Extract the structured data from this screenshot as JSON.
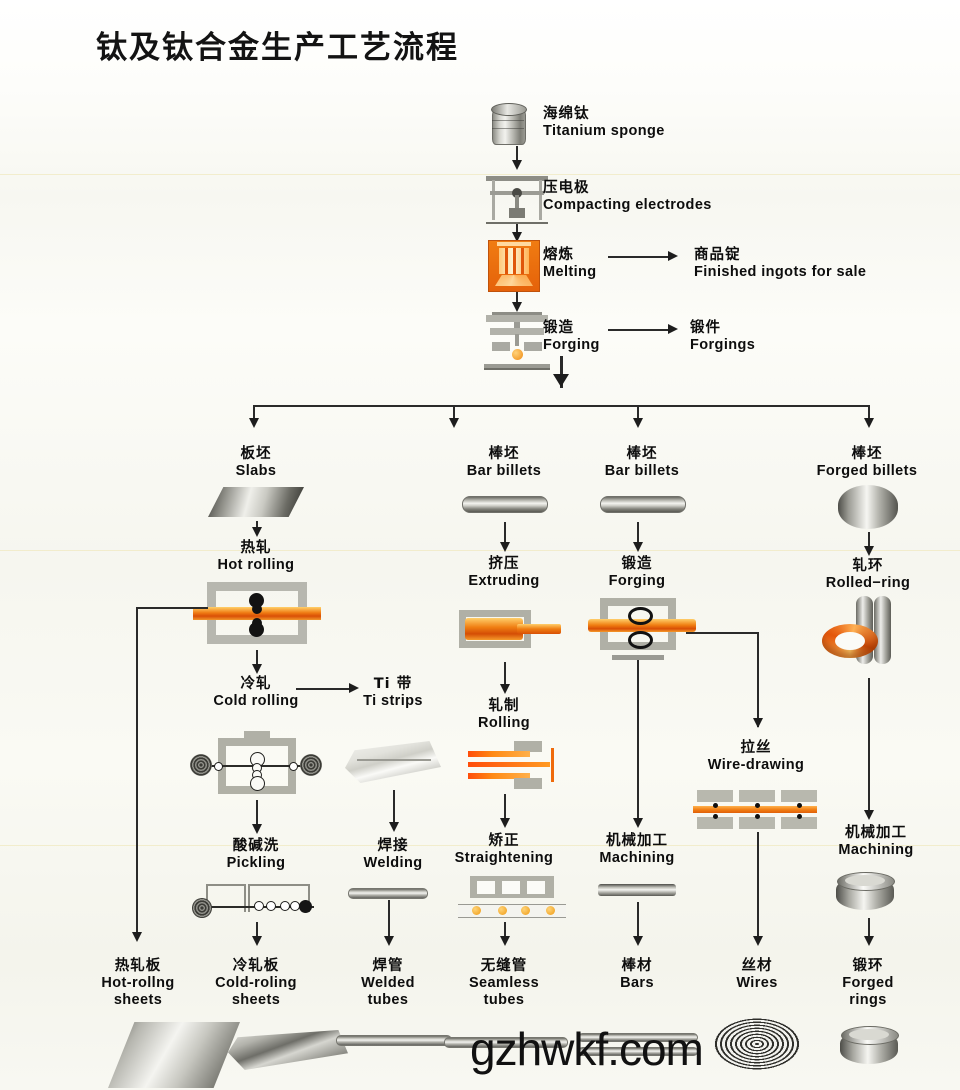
{
  "title": "钛及钛合金生产工艺流程",
  "watermark": "gzhwkf.com",
  "main_chain": [
    {
      "cn": "海绵钛",
      "en": "Titanium sponge",
      "icon": "titanium-sponge-icon"
    },
    {
      "cn": "压电极",
      "en": "Compacting  electrodes",
      "icon": "compacting-press-icon"
    },
    {
      "cn": "熔炼",
      "en": "Melting",
      "icon": "melting-furnace-icon"
    },
    {
      "cn": "锻造",
      "en": "Forging",
      "icon": "forging-press-icon"
    }
  ],
  "side_outputs": [
    {
      "cn": "商品锭",
      "en": "Finished  ingots  for  sale"
    },
    {
      "cn": "锻件",
      "en": "Forgings"
    }
  ],
  "branches": [
    {
      "cn": "板坯",
      "en": "Slabs",
      "icon": "slab-icon"
    },
    {
      "cn": "棒坯",
      "en": "Bar  billets",
      "icon": "bar-billet-icon"
    },
    {
      "cn": "棒坯",
      "en": "Bar  billets",
      "icon": "bar-billet-icon"
    },
    {
      "cn": "棒坯",
      "en": "Forged  billets",
      "icon": "forged-disc-billet-icon"
    }
  ],
  "processes": {
    "hot_rolling": {
      "cn": "热轧",
      "en": "Hot  rolling",
      "icon": "hot-rolling-mill-icon"
    },
    "cold_rolling": {
      "cn": "冷轧",
      "en": "Cold  rolling",
      "icon": "cold-rolling-mill-icon"
    },
    "ti_strips": {
      "cn": "Ti 带",
      "en": "Ti strips",
      "icon": "ti-strip-stack-icon"
    },
    "pickling": {
      "cn": "酸碱洗",
      "en": "Pickling",
      "icon": "pickling-line-icon"
    },
    "welding": {
      "cn": "焊接",
      "en": "Welding",
      "icon": "welded-tube-icon"
    },
    "extruding": {
      "cn": "挤压",
      "en": "Extruding",
      "icon": "extrusion-press-icon"
    },
    "rolling": {
      "cn": "轧制",
      "en": "Rolling",
      "icon": "tube-rolling-icon"
    },
    "straightening": {
      "cn": "矫正",
      "en": "Straightening",
      "icon": "straightening-line-icon"
    },
    "forging2": {
      "cn": "锻造",
      "en": "Forging",
      "icon": "bar-forging-icon"
    },
    "machining_bar": {
      "cn": "机械加工",
      "en": "Machining",
      "icon": "machined-bar-icon"
    },
    "wire_drawing": {
      "cn": "拉丝",
      "en": "Wire-drawing",
      "icon": "wire-drawing-bench-icon"
    },
    "rolled_ring": {
      "cn": "轧环",
      "en": "Rolled−ring",
      "icon": "ring-rolling-icon"
    },
    "machining_ring": {
      "cn": "机械加工",
      "en": "Machining",
      "icon": "machined-ring-icon"
    }
  },
  "products": [
    {
      "cn": "热轧板",
      "en1": "Hot-rollng",
      "en2": "sheets",
      "icon": "hot-rolled-sheet-icon"
    },
    {
      "cn": "冷轧板",
      "en1": "Cold-roling",
      "en2": "sheets",
      "icon": "cold-rolled-sheet-icon"
    },
    {
      "cn": "焊管",
      "en1": "Welded",
      "en2": "tubes",
      "icon": "welded-tube-product-icon"
    },
    {
      "cn": "无缝管",
      "en1": "Seamless",
      "en2": "tubes",
      "icon": "seamless-tube-icon"
    },
    {
      "cn": "棒材",
      "en1": "Bars",
      "en2": "",
      "icon": "bar-product-icon"
    },
    {
      "cn": "丝材",
      "en1": "Wires",
      "en2": "",
      "icon": "wire-coil-icon"
    },
    {
      "cn": "锻环",
      "en1": "Forged",
      "en2": "rings",
      "icon": "forged-ring-icon"
    }
  ],
  "colors": {
    "hot_metal": "#ef7d11",
    "furnace": "#f07c12",
    "machine_gray": "#b0b0a6",
    "line": "#2a2a2a",
    "text": "#0d0d0d",
    "background": "#fbfbf7"
  }
}
